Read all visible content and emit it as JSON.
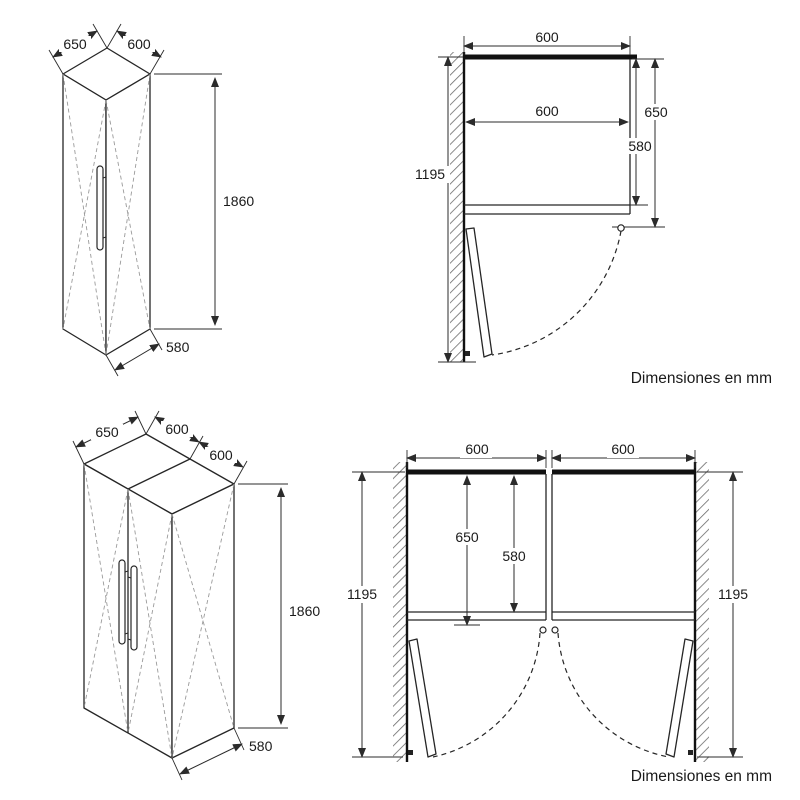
{
  "notes": {
    "top": "Dimensiones en mm",
    "bottom": "Dimensiones en mm"
  },
  "single_iso": {
    "depth": "650",
    "width": "600",
    "height": "1860",
    "bottom_depth": "580"
  },
  "single_plan": {
    "width_top": "600",
    "width_inner": "600",
    "depth_total": "650",
    "depth_body": "580",
    "clearance": "1195"
  },
  "double_iso": {
    "depth": "650",
    "width_left": "600",
    "width_right": "600",
    "height": "1860",
    "bottom_depth": "580"
  },
  "double_plan": {
    "width_left": "600",
    "width_right": "600",
    "depth_total": "650",
    "depth_body": "580",
    "clearance_left": "1195",
    "clearance_right": "1195"
  }
}
